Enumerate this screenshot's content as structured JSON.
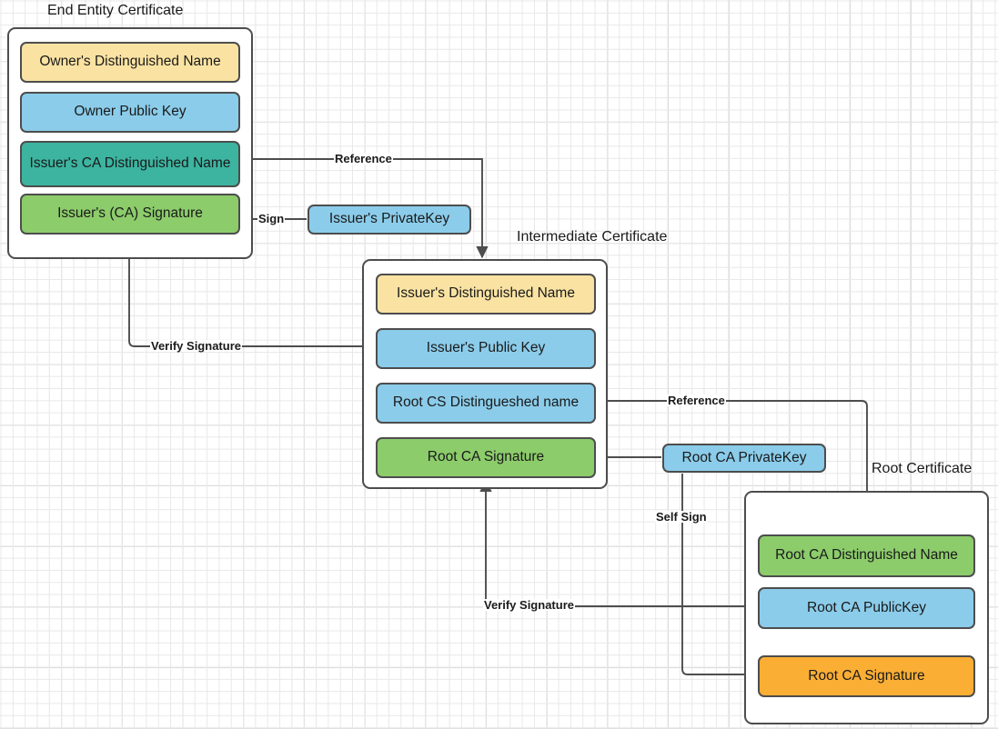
{
  "diagram": {
    "title_labels": {
      "end_entity": "End Entity Certificate",
      "intermediate": "Intermediate Certificate",
      "root": "Root Certificate"
    },
    "colors": {
      "yellow": "#FAE3A2",
      "blue": "#8BCCEA",
      "teal": "#3CB4A0",
      "green": "#8CCC6B",
      "orange": "#FBAE34",
      "stroke": "#4d4d4d",
      "text": "#1a1a1a",
      "grid_minor": "#e8e8e8",
      "grid_major": "#d0d0d0"
    },
    "end_entity_certificate": {
      "fields": [
        {
          "label": "Owner's Distinguished Name",
          "color": "#FAE3A2"
        },
        {
          "label": "Owner Public  Key",
          "color": "#8BCCEA"
        },
        {
          "label": "Issuer's CA Distinguished Name",
          "color": "#3CB4A0"
        },
        {
          "label": "Issuer's (CA) Signature",
          "color": "#8CCC6B"
        }
      ]
    },
    "intermediate_certificate": {
      "fields": [
        {
          "label": "Issuer's Distinguished Name",
          "color": "#FAE3A2"
        },
        {
          "label": "Issuer's Public  Key",
          "color": "#8BCCEA"
        },
        {
          "label": "Root CS Distingueshed name",
          "color": "#8BCCEA"
        },
        {
          "label": "Root CA Signature",
          "color": "#8CCC6B"
        }
      ]
    },
    "root_certificate": {
      "fields": [
        {
          "label": "Root CA Distinguished Name",
          "color": "#8CCC6B"
        },
        {
          "label": "Root CA PublicKey",
          "color": "#8BCCEA"
        },
        {
          "label": "Root CA Signature",
          "color": "#FBAE34"
        }
      ]
    },
    "keys": {
      "issuer_private_key": {
        "label": "Issuer's PrivateKey",
        "color": "#8BCCEA"
      },
      "root_ca_private_key": {
        "label": "Root CA PrivateKey",
        "color": "#8BCCEA"
      }
    },
    "edge_labels": {
      "reference_top": "Reference",
      "reference_mid": "Reference",
      "sign": "Sign",
      "self_sign": "Self Sign",
      "verify_signature_top": "Verify Signature",
      "verify_signature_bottom": "Verify Signature"
    }
  }
}
